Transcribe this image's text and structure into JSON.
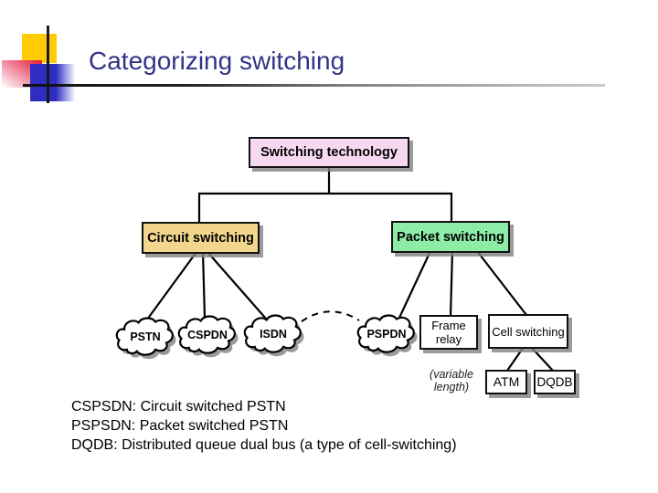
{
  "slide": {
    "title": "Categorizing switching"
  },
  "diagram": {
    "root_label": "Switching technology",
    "circuit_label": "Circuit switching",
    "packet_label": "Packet switching",
    "clouds": {
      "pstn": "PSTN",
      "cspdn": "CSPDN",
      "isdn": "ISDN",
      "pspdn": "PSPDN"
    },
    "frame_relay_label": "Frame relay",
    "cell_switching_label": "Cell switching",
    "atm_label": "ATM",
    "dqdb_label": "DQDB",
    "annotation": "(variable length)"
  },
  "notes": {
    "line1": "CSPSDN: Circuit switched PSTN",
    "line2": "PSPSDN: Packet switched PSTN",
    "line3": "DQDB: Distributed queue dual bus (a type of cell-switching)"
  },
  "colors": {
    "title_text": "#323388",
    "root_box_bg": "#f6d9f1",
    "circuit_box_bg": "#f3d68e",
    "packet_box_bg": "#8deca6",
    "line_color": "#000000",
    "shadow_color": "#999999"
  }
}
